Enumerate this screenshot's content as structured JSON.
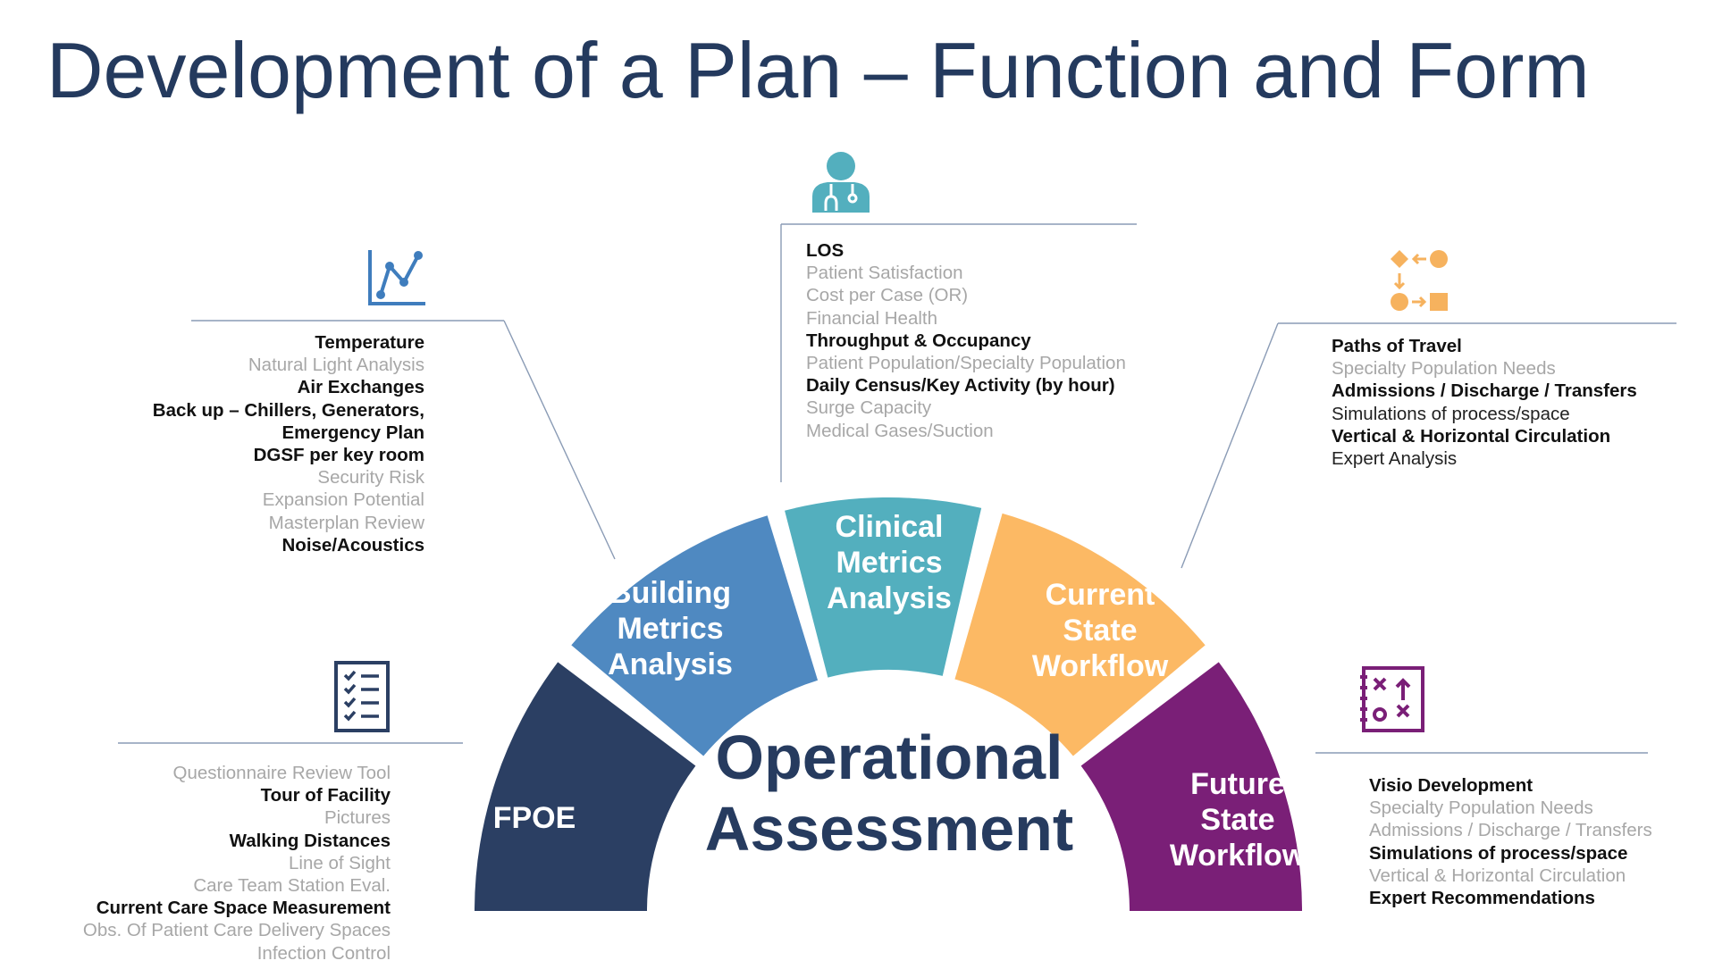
{
  "title": "Development of a Plan – Function and Form",
  "center": {
    "line1": "Operational",
    "line2": "Assessment"
  },
  "colors": {
    "title": "#243a5e",
    "fpoe": "#2b3f63",
    "building": "#4f89c1",
    "clinical": "#53afbe",
    "current": "#fcb964",
    "future": "#7a1f77"
  },
  "segments": {
    "fpoe": {
      "label": [
        "FPOE"
      ]
    },
    "building": {
      "label": [
        "Building",
        "Metrics",
        "Analysis"
      ]
    },
    "clinical": {
      "label": [
        "Clinical",
        "Metrics",
        "Analysis"
      ]
    },
    "current": {
      "label": [
        "Current",
        "State",
        "Workflow"
      ]
    },
    "future": {
      "label": [
        "Future",
        "State",
        "Workflow"
      ]
    }
  },
  "icons": {
    "fpoe": "checklist-icon",
    "building": "line-chart-icon",
    "clinical": "doctor-icon",
    "current": "process-flow-icon",
    "future": "strategy-board-icon"
  },
  "lists": {
    "building": [
      {
        "text": "Temperature",
        "style": "bold"
      },
      {
        "text": "Natural Light Analysis",
        "style": "grey"
      },
      {
        "text": "Air Exchanges",
        "style": "bold"
      },
      {
        "text": "Back up – Chillers, Generators,",
        "style": "bold"
      },
      {
        "text": "Emergency Plan",
        "style": "bold"
      },
      {
        "text": "DGSF per key room",
        "style": "bold"
      },
      {
        "text": "Security Risk",
        "style": "grey"
      },
      {
        "text": "Expansion Potential",
        "style": "grey"
      },
      {
        "text": "Masterplan Review",
        "style": "grey"
      },
      {
        "text": "Noise/Acoustics",
        "style": "bold"
      }
    ],
    "clinical": [
      {
        "text": "LOS",
        "style": "bold"
      },
      {
        "text": "Patient Satisfaction",
        "style": "grey"
      },
      {
        "text": "Cost per Case (OR)",
        "style": "grey"
      },
      {
        "text": "Financial Health",
        "style": "grey"
      },
      {
        "text": "Throughput & Occupancy",
        "style": "bold"
      },
      {
        "text": "Patient Population/Specialty Population",
        "style": "grey"
      },
      {
        "text": "Daily Census/Key Activity (by hour)",
        "style": "bold"
      },
      {
        "text": "Surge Capacity",
        "style": "grey"
      },
      {
        "text": "Medical Gases/Suction",
        "style": "grey"
      }
    ],
    "current": [
      {
        "text": "Paths of Travel",
        "style": "bold"
      },
      {
        "text": "Specialty Population Needs",
        "style": "grey"
      },
      {
        "text": "Admissions / Discharge / Transfers",
        "style": "bold"
      },
      {
        "text": "Simulations of process/space",
        "style": "dark"
      },
      {
        "text": "Vertical & Horizontal Circulation",
        "style": "bold"
      },
      {
        "text": "Expert Analysis",
        "style": "dark"
      }
    ],
    "fpoe": [
      {
        "text": "Questionnaire Review Tool",
        "style": "grey"
      },
      {
        "text": "Tour of Facility",
        "style": "bold"
      },
      {
        "text": "Pictures",
        "style": "grey"
      },
      {
        "text": "Walking Distances",
        "style": "bold"
      },
      {
        "text": "Line of Sight",
        "style": "grey"
      },
      {
        "text": "Care Team Station Eval.",
        "style": "grey"
      },
      {
        "text": "Current Care Space Measurement",
        "style": "bold"
      },
      {
        "text": "Obs. Of Patient Care Delivery Spaces",
        "style": "grey"
      },
      {
        "text": "Infection Control",
        "style": "grey"
      }
    ],
    "future": [
      {
        "text": "Visio Development",
        "style": "bold"
      },
      {
        "text": "Specialty Population Needs",
        "style": "grey"
      },
      {
        "text": "Admissions / Discharge / Transfers",
        "style": "grey"
      },
      {
        "text": "Simulations of process/space",
        "style": "bold"
      },
      {
        "text": "Vertical & Horizontal Circulation",
        "style": "grey"
      },
      {
        "text": "Expert Recommendations",
        "style": "bold"
      }
    ]
  }
}
